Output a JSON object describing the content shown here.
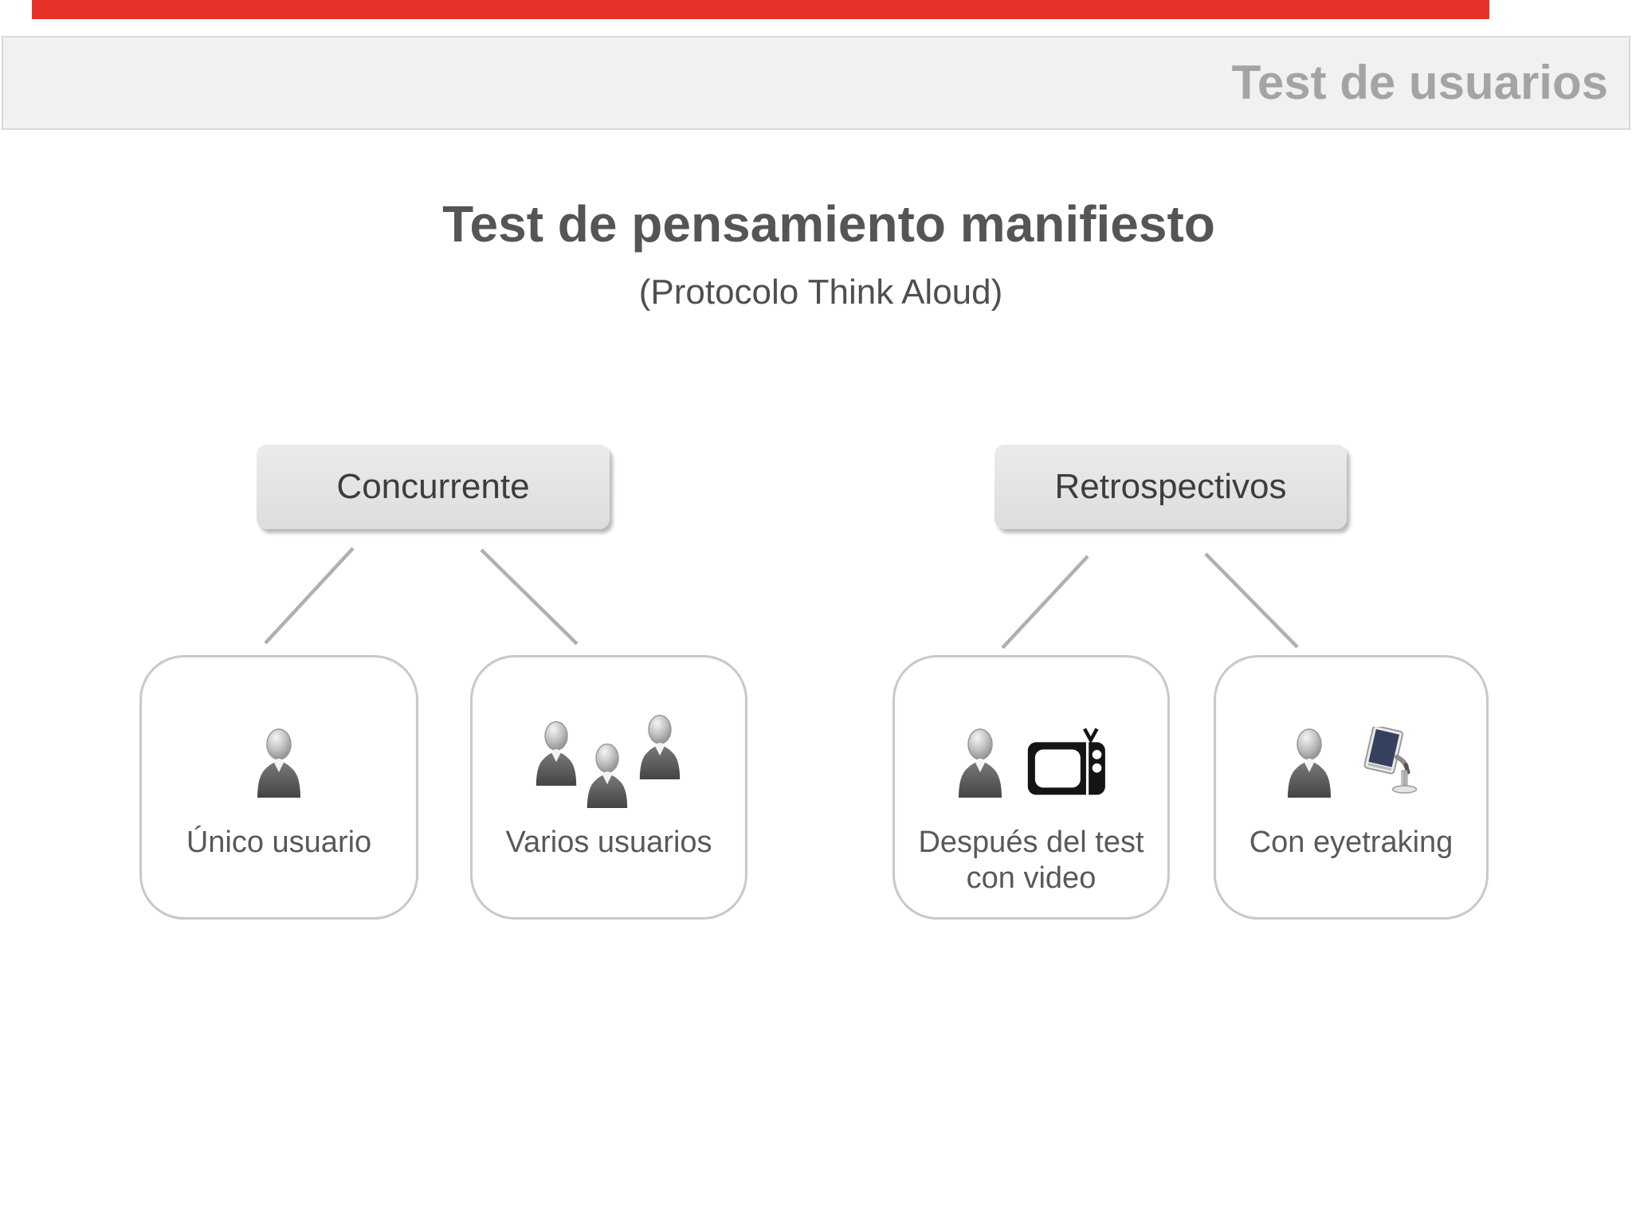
{
  "slide": {
    "background": "#ffffff",
    "progress_bar": {
      "color": "#e63228"
    },
    "header": {
      "title": "Test de usuarios",
      "background": "#f1f1f1",
      "border_color": "#d9d9d9",
      "text_color": "#a4a4a4"
    },
    "title": {
      "text": "Test de pensamiento manifiesto",
      "subtitle": "(Protocolo Think Aloud)",
      "color": "#555555"
    }
  },
  "diagram": {
    "connector_color": "#b2afaf",
    "branch_fill": "#e2e2e2",
    "branch_text_color": "#3d3d3d",
    "leaf_border_color": "#c9c9c9",
    "leaf_label_color": "#595959",
    "branches": [
      {
        "label": "Concurrente",
        "children": [
          {
            "label": "Único usuario",
            "icons": [
              "single-user-icon"
            ]
          },
          {
            "label": "Varios usuarios",
            "icons": [
              "multiple-users-icon"
            ]
          }
        ]
      },
      {
        "label": "Retrospectivos",
        "children": [
          {
            "label": "Después del test con video",
            "icons": [
              "user-icon",
              "tv-video-icon"
            ]
          },
          {
            "label": "Con eyetraking",
            "icons": [
              "user-icon",
              "eyetracker-icon"
            ]
          }
        ]
      }
    ]
  }
}
